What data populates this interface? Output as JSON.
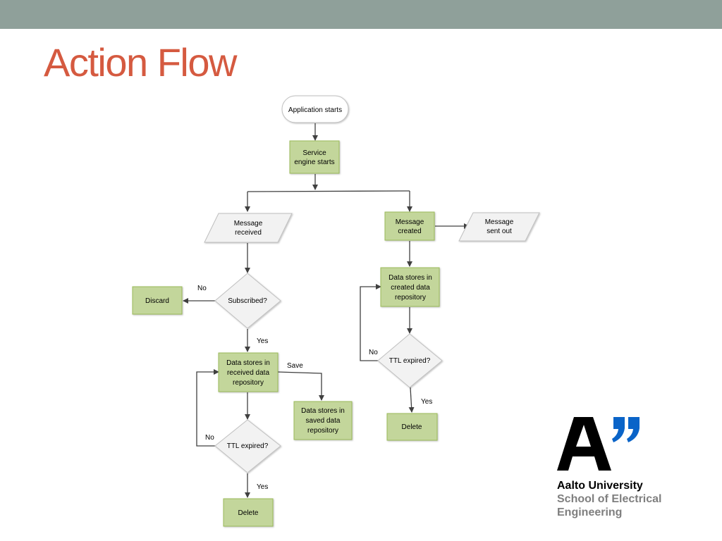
{
  "slide": {
    "title": "Action Flow"
  },
  "colors": {
    "header_bar": "#8fa09a",
    "title": "#d55a40",
    "process_fill": "#c3d69b",
    "process_border": "#9bbb59",
    "io_fill": "#f2f2f2",
    "logo_blue": "#0a64c8"
  },
  "diagram": {
    "nodes": {
      "app_start": [
        "Application starts"
      ],
      "service_engine": [
        "Service",
        "engine starts"
      ],
      "msg_received": [
        "Message",
        "received"
      ],
      "msg_created": [
        "Message",
        "created"
      ],
      "msg_sent": [
        "Message",
        "sent out"
      ],
      "subscribed": [
        "Subscribed?"
      ],
      "discard": [
        "Discard"
      ],
      "recv_repo": [
        "Data stores in",
        "received data",
        "repository"
      ],
      "saved_repo": [
        "Data stores in",
        "saved data",
        "repository"
      ],
      "created_repo": [
        "Data stores in",
        "created data",
        "repository"
      ],
      "ttl_left": [
        "TTL expired?"
      ],
      "ttl_right": [
        "TTL expired?"
      ],
      "delete_left": [
        "Delete"
      ],
      "delete_right": [
        "Delete"
      ]
    },
    "edge_labels": {
      "subscribed_no": "No",
      "subscribed_yes": "Yes",
      "save": "Save",
      "ttl_left_no": "No",
      "ttl_left_yes": "Yes",
      "ttl_right_no": "No",
      "ttl_right_yes": "Yes"
    }
  },
  "logo": {
    "icon": "aalto-a-logo",
    "line1": "Aalto University",
    "line2": "School of Electrical",
    "line3": "Engineering"
  }
}
